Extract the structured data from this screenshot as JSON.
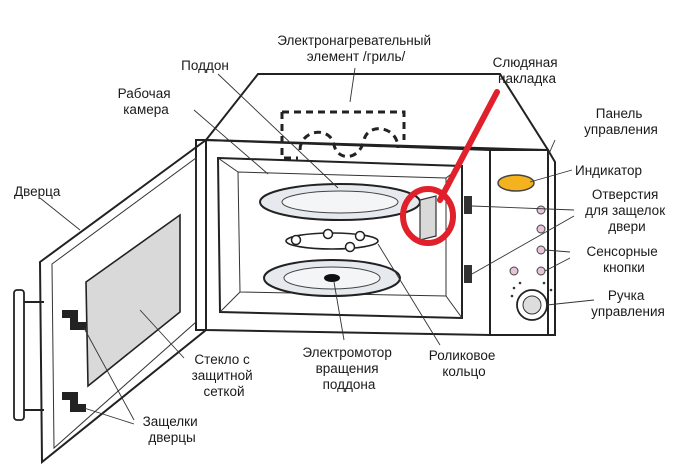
{
  "labels": {
    "heater": [
      "Электронагревательный",
      "элемент /гриль/"
    ],
    "tray": [
      "Поддон"
    ],
    "mica": [
      "Слюдяная",
      "накладка"
    ],
    "chamber": [
      "Рабочая",
      "камера"
    ],
    "panel": [
      "Панель",
      "управления"
    ],
    "indicator": [
      "Индикатор"
    ],
    "latch_holes": [
      "Отверстия",
      "для защелок",
      "двери"
    ],
    "door": [
      "Дверца"
    ],
    "touch_buttons": [
      "Сенсорные",
      "кнопки"
    ],
    "knob": [
      "Ручка",
      "управления"
    ],
    "glass": [
      "Стекло с",
      "защитной",
      "сеткой"
    ],
    "motor": [
      "Электромотор",
      "вращения",
      "поддона"
    ],
    "roller": [
      "Роликовое",
      "кольцо"
    ],
    "latches": [
      "Защелки",
      "дверцы"
    ]
  },
  "colors": {
    "indicator": "#f5b21f",
    "buttons": "#e9c3d9",
    "highlight": "#e0202a",
    "glass": "#d9d9d9",
    "plates": "#e6e9ee"
  }
}
